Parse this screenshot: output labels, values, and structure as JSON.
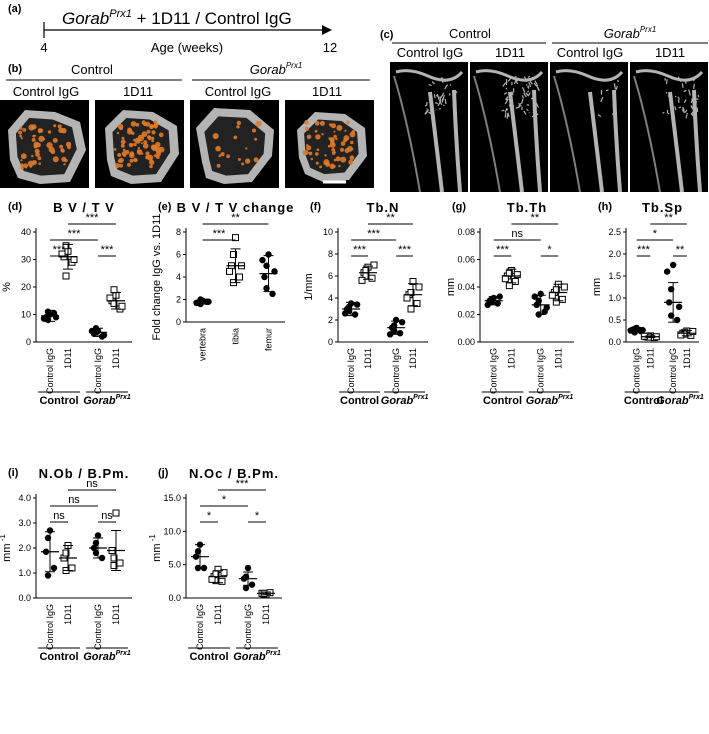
{
  "timeline": {
    "panel_label": "(a)",
    "gene": "Gorab",
    "gene_sup": "Prx1",
    "treatment": " + 1D11 / Control IgG",
    "start": "4",
    "end": "12",
    "axis_label": "Age (weeks)"
  },
  "panel_b": {
    "panel_label": "(b)",
    "groups": [
      {
        "name": "Control",
        "sup": "",
        "italic": false,
        "subs": [
          "Control IgG",
          "1D11"
        ]
      },
      {
        "name": "Gorab",
        "sup": "Prx1",
        "italic": true,
        "subs": [
          "Control IgG",
          "1D11"
        ]
      }
    ]
  },
  "panel_c": {
    "panel_label": "(c)",
    "groups": [
      {
        "name": "Control",
        "sup": "",
        "italic": false,
        "subs": [
          "Control IgG",
          "1D11"
        ]
      },
      {
        "name": "Gorab",
        "sup": "Prx1",
        "italic": true,
        "subs": [
          "Control IgG",
          "1D11"
        ]
      }
    ]
  },
  "strings": {
    "cat_ctrl": "Control IgG",
    "cat_trt": "1D11",
    "grp_ctrl": "Control",
    "grp_mut": "Gorab",
    "grp_mut_sup": "Prx1"
  },
  "colors": {
    "bone_gray": "#b4b4b4",
    "trabecular_orange": "#e07a28",
    "marrow_dark": "#222222",
    "micro_ct_bg": "#000000"
  },
  "chart_data": [
    {
      "id": "d",
      "panel_label": "(d)",
      "type": "scatter",
      "title": "B V / T V",
      "ylabel": "%",
      "ylim": [
        0,
        40
      ],
      "yticks": [
        0,
        10,
        20,
        30,
        40
      ],
      "ytick_labels": [
        "0",
        "10",
        "20",
        "30",
        "40"
      ],
      "groups": [
        "Control",
        "Gorab Prx1"
      ],
      "categories": [
        "Control IgG",
        "1D11",
        "Control IgG",
        "1D11"
      ],
      "series": [
        {
          "group": "Control",
          "treatment": "Control IgG",
          "marker": "filled",
          "mean": 9.5,
          "sd": 2,
          "values": [
            9,
            10,
            10.5,
            8,
            11,
            9,
            8.5
          ]
        },
        {
          "group": "Control",
          "treatment": "1D11",
          "marker": "open",
          "mean": 31,
          "sd": 4.5,
          "values": [
            31,
            33,
            29,
            35,
            24,
            30,
            32
          ]
        },
        {
          "group": "Gorab Prx1",
          "treatment": "Control IgG",
          "marker": "filled",
          "mean": 3.5,
          "sd": 1.5,
          "values": [
            3,
            4,
            2,
            3.5,
            5,
            2.5,
            4
          ]
        },
        {
          "group": "Gorab Prx1",
          "treatment": "1D11",
          "marker": "open",
          "mean": 15,
          "sd": 3,
          "values": [
            15,
            17,
            12,
            14,
            19,
            13,
            16
          ]
        }
      ],
      "significance": [
        {
          "from": 0,
          "to": 1,
          "label": "***"
        },
        {
          "from": 0,
          "to": 2,
          "label": "***"
        },
        {
          "from": 2,
          "to": 3,
          "label": "***"
        },
        {
          "from": 1,
          "to": 3,
          "label": "***"
        }
      ]
    },
    {
      "id": "e",
      "panel_label": "(e)",
      "type": "scatter",
      "title": "B V / T V change",
      "ylabel": "Fold change IgG vs. 1D11",
      "ylim": [
        0,
        8
      ],
      "yticks": [
        0,
        2,
        4,
        6,
        8
      ],
      "ytick_labels": [
        "0",
        "2",
        "4",
        "6",
        "8"
      ],
      "categories": [
        "vertebra",
        "tibia",
        "femur"
      ],
      "series": [
        {
          "category": "vertebra",
          "marker": "filled",
          "mean": 1.8,
          "sd": 0.2,
          "values": [
            1.7,
            1.9,
            1.8,
            2.0,
            1.6,
            1.8,
            1.7
          ]
        },
        {
          "category": "tibia",
          "marker": "open",
          "mean": 5,
          "sd": 1.5,
          "values": [
            5,
            7.5,
            4,
            6,
            3.5,
            5,
            4.5
          ]
        },
        {
          "category": "femur",
          "marker": "filled",
          "mean": 4.3,
          "sd": 1.6,
          "values": [
            4,
            6,
            2.5,
            5,
            3,
            4.5,
            5.5
          ]
        }
      ],
      "significance": [
        {
          "from": 0,
          "to": 1,
          "label": "***"
        },
        {
          "from": 0,
          "to": 2,
          "label": "**"
        }
      ]
    },
    {
      "id": "f",
      "panel_label": "(f)",
      "type": "scatter",
      "title": "Tb.N",
      "ylabel": "1/mm",
      "ylim": [
        0,
        10
      ],
      "yticks": [
        0,
        2,
        4,
        6,
        8,
        10
      ],
      "ytick_labels": [
        "0",
        "2",
        "4",
        "6",
        "8",
        "10"
      ],
      "groups": [
        "Control",
        "Gorab Prx1"
      ],
      "categories": [
        "Control IgG",
        "1D11",
        "Control IgG",
        "1D11"
      ],
      "series": [
        {
          "group": "Control",
          "treatment": "Control IgG",
          "marker": "filled",
          "mean": 3,
          "sd": 0.6,
          "values": [
            3,
            3.5,
            2.5,
            3.2,
            2.8,
            3.4,
            2.6
          ]
        },
        {
          "group": "Control",
          "treatment": "1D11",
          "marker": "open",
          "mean": 6.3,
          "sd": 0.6,
          "values": [
            6.3,
            6.8,
            5.8,
            6.5,
            6,
            7,
            5.6
          ]
        },
        {
          "group": "Gorab Prx1",
          "treatment": "Control IgG",
          "marker": "filled",
          "mean": 1.3,
          "sd": 0.6,
          "values": [
            1.3,
            2,
            0.8,
            1.5,
            1,
            1.8,
            0.7
          ]
        },
        {
          "group": "Gorab Prx1",
          "treatment": "1D11",
          "marker": "open",
          "mean": 4.3,
          "sd": 1,
          "values": [
            4.3,
            5.5,
            3.5,
            4.5,
            3,
            5,
            4
          ]
        }
      ],
      "significance": [
        {
          "from": 0,
          "to": 1,
          "label": "***"
        },
        {
          "from": 0,
          "to": 2,
          "label": "***"
        },
        {
          "from": 2,
          "to": 3,
          "label": "***"
        },
        {
          "from": 1,
          "to": 3,
          "label": "**"
        }
      ]
    },
    {
      "id": "g",
      "panel_label": "(g)",
      "type": "scatter",
      "title": "Tb.Th",
      "ylabel": "mm",
      "ylim": [
        0,
        0.08
      ],
      "yticks": [
        0,
        0.02,
        0.04,
        0.06,
        0.08
      ],
      "ytick_labels": [
        "0.00",
        "0.02",
        "0.04",
        "0.06",
        "0.08"
      ],
      "groups": [
        "Control",
        "Gorab Prx1"
      ],
      "categories": [
        "Control IgG",
        "1D11",
        "Control IgG",
        "1D11"
      ],
      "series": [
        {
          "group": "Control",
          "treatment": "Control IgG",
          "marker": "filled",
          "mean": 0.03,
          "sd": 0.003,
          "values": [
            0.03,
            0.032,
            0.028,
            0.031,
            0.029,
            0.033,
            0.027
          ]
        },
        {
          "group": "Control",
          "treatment": "1D11",
          "marker": "open",
          "mean": 0.048,
          "sd": 0.005,
          "values": [
            0.048,
            0.052,
            0.044,
            0.05,
            0.041,
            0.049,
            0.046
          ]
        },
        {
          "group": "Gorab Prx1",
          "treatment": "Control IgG",
          "marker": "filled",
          "mean": 0.027,
          "sd": 0.007,
          "values": [
            0.027,
            0.035,
            0.022,
            0.03,
            0.02,
            0.025,
            0.033
          ]
        },
        {
          "group": "Gorab Prx1",
          "treatment": "1D11",
          "marker": "open",
          "mean": 0.036,
          "sd": 0.006,
          "values": [
            0.036,
            0.042,
            0.031,
            0.038,
            0.029,
            0.04,
            0.034
          ]
        }
      ],
      "significance": [
        {
          "from": 0,
          "to": 1,
          "label": "***"
        },
        {
          "from": 0,
          "to": 2,
          "label": "ns"
        },
        {
          "from": 2,
          "to": 3,
          "label": "*"
        },
        {
          "from": 1,
          "to": 3,
          "label": "**"
        }
      ]
    },
    {
      "id": "h",
      "panel_label": "(h)",
      "type": "scatter",
      "title": "Tb.Sp",
      "ylabel": "mm",
      "ylim": [
        0,
        2.5
      ],
      "yticks": [
        0,
        0.5,
        1,
        1.5,
        2,
        2.5
      ],
      "ytick_labels": [
        "0.0",
        "0.5",
        "1.0",
        "1.5",
        "2.0",
        "2.5"
      ],
      "groups": [
        "Control",
        "Gorab Prx1"
      ],
      "categories": [
        "Control IgG",
        "1D11",
        "Control IgG",
        "1D11"
      ],
      "series": [
        {
          "group": "Control",
          "treatment": "Control IgG",
          "marker": "filled",
          "mean": 0.28,
          "sd": 0.05,
          "values": [
            0.28,
            0.32,
            0.25,
            0.3,
            0.22,
            0.27,
            0.26
          ]
        },
        {
          "group": "Control",
          "treatment": "1D11",
          "marker": "open",
          "mean": 0.12,
          "sd": 0.02,
          "values": [
            0.12,
            0.14,
            0.1,
            0.13,
            0.11,
            0.12,
            0.13
          ]
        },
        {
          "group": "Gorab Prx1",
          "treatment": "Control IgG",
          "marker": "filled",
          "mean": 0.9,
          "sd": 0.45,
          "values": [
            0.9,
            1.75,
            0.5,
            1.2,
            0.6,
            0.8,
            1.6
          ]
        },
        {
          "group": "Gorab Prx1",
          "treatment": "1D11",
          "marker": "open",
          "mean": 0.2,
          "sd": 0.06,
          "values": [
            0.2,
            0.25,
            0.15,
            0.22,
            0.18,
            0.24,
            0.16
          ]
        }
      ],
      "significance": [
        {
          "from": 0,
          "to": 1,
          "label": "***"
        },
        {
          "from": 0,
          "to": 2,
          "label": "*"
        },
        {
          "from": 2,
          "to": 3,
          "label": "**"
        },
        {
          "from": 1,
          "to": 3,
          "label": "**"
        }
      ]
    },
    {
      "id": "i",
      "panel_label": "(i)",
      "type": "scatter",
      "title": "N.Ob / B.Pm.",
      "ylabel": "mm",
      "ylabel_sup": "-1",
      "ylim": [
        0,
        4
      ],
      "yticks": [
        0,
        1,
        2,
        3,
        4
      ],
      "ytick_labels": [
        "0.0",
        "1.0",
        "2.0",
        "3.0",
        "4.0"
      ],
      "groups": [
        "Control",
        "Gorab Prx1"
      ],
      "categories": [
        "Control IgG",
        "1D11",
        "Control IgG",
        "1D11"
      ],
      "series": [
        {
          "group": "Control",
          "treatment": "Control IgG",
          "marker": "filled",
          "mean": 1.85,
          "sd": 0.8,
          "values": [
            1.85,
            2.7,
            1.2,
            2.4,
            0.9
          ]
        },
        {
          "group": "Control",
          "treatment": "1D11",
          "marker": "open",
          "mean": 1.6,
          "sd": 0.5,
          "values": [
            1.6,
            2.1,
            1.2,
            1.8,
            1.1
          ]
        },
        {
          "group": "Gorab Prx1",
          "treatment": "Control IgG",
          "marker": "filled",
          "mean": 2,
          "sd": 0.4,
          "values": [
            2,
            2.5,
            1.6,
            2.2,
            1.8
          ]
        },
        {
          "group": "Gorab Prx1",
          "treatment": "1D11",
          "marker": "open",
          "mean": 1.9,
          "sd": 0.8,
          "values": [
            1.9,
            3.4,
            1.4,
            1.6,
            1.3
          ]
        }
      ],
      "significance": [
        {
          "from": 0,
          "to": 1,
          "label": "ns"
        },
        {
          "from": 0,
          "to": 2,
          "label": "ns"
        },
        {
          "from": 2,
          "to": 3,
          "label": "ns"
        },
        {
          "from": 1,
          "to": 3,
          "label": "ns"
        }
      ]
    },
    {
      "id": "j",
      "panel_label": "(j)",
      "type": "scatter",
      "title": "N.Oc / B.Pm.",
      "ylabel": "mm",
      "ylabel_sup": "-1",
      "ylim": [
        0,
        15
      ],
      "yticks": [
        0,
        5,
        10,
        15
      ],
      "ytick_labels": [
        "0.0",
        "5.0",
        "10.0",
        "15.0"
      ],
      "groups": [
        "Control",
        "Gorab Prx1"
      ],
      "categories": [
        "Control IgG",
        "1D11",
        "Control IgG",
        "1D11"
      ],
      "series": [
        {
          "group": "Control",
          "treatment": "Control IgG",
          "marker": "filled",
          "mean": 6.2,
          "sd": 1.8,
          "values": [
            6.2,
            8,
            4.5,
            7,
            4.5
          ]
        },
        {
          "group": "Control",
          "treatment": "1D11",
          "marker": "open",
          "mean": 3.2,
          "sd": 0.9,
          "values": [
            3.2,
            4.3,
            2.5,
            3.6,
            2.6,
            3.8,
            2.8
          ]
        },
        {
          "group": "Gorab Prx1",
          "treatment": "Control IgG",
          "marker": "filled",
          "mean": 2.9,
          "sd": 1,
          "values": [
            2.9,
            4.5,
            2,
            3.2,
            1.5
          ]
        },
        {
          "group": "Gorab Prx1",
          "treatment": "1D11",
          "marker": "open",
          "mean": 0.7,
          "sd": 0.2,
          "values": [
            0.7,
            0.5,
            0.8,
            0.6,
            0.7
          ]
        }
      ],
      "significance": [
        {
          "from": 0,
          "to": 1,
          "label": "*"
        },
        {
          "from": 0,
          "to": 2,
          "label": "*"
        },
        {
          "from": 2,
          "to": 3,
          "label": "*"
        },
        {
          "from": 1,
          "to": 3,
          "label": "***"
        }
      ]
    }
  ]
}
